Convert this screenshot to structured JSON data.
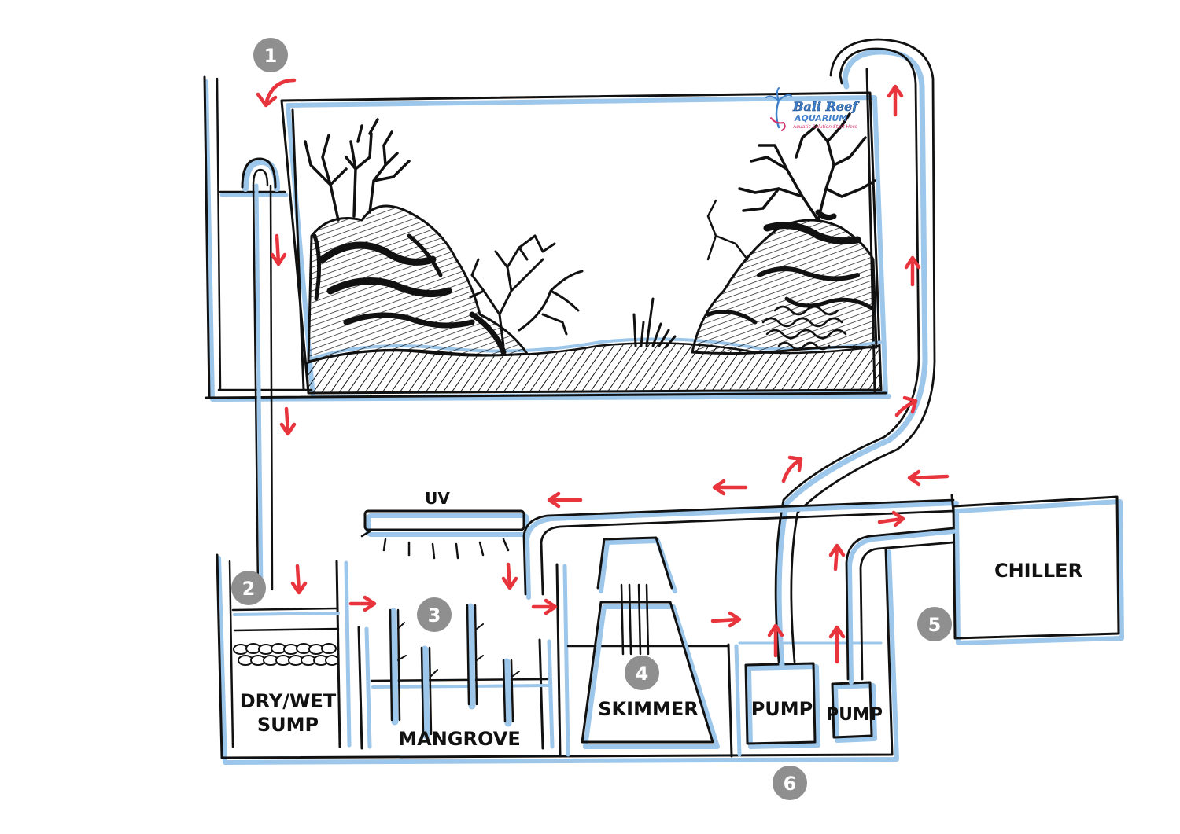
{
  "colors": {
    "ink": "#111111",
    "outline_blue": "#9cc6ea",
    "arrow_red": "#e8343c",
    "badge_gray": "#8f8f8f",
    "watermark_blue": "#3f7fc9",
    "watermark_pink": "#d4346e",
    "background": "#ffffff"
  },
  "labels": {
    "uv": "UV",
    "dry_wet": "DRY/WET",
    "sump": "SUMP",
    "mangrove": "MANGROVE",
    "skimmer": "SKIMMER",
    "pump_1": "PUMP",
    "pump_2": "PUMP",
    "chiller": "CHILLER"
  },
  "badges": [
    "1",
    "2",
    "3",
    "4",
    "5",
    "6"
  ],
  "watermark": {
    "brand": "Bali Reef",
    "line2": "AQUARIUM",
    "tagline": "Aquatic Solution Start Here"
  }
}
